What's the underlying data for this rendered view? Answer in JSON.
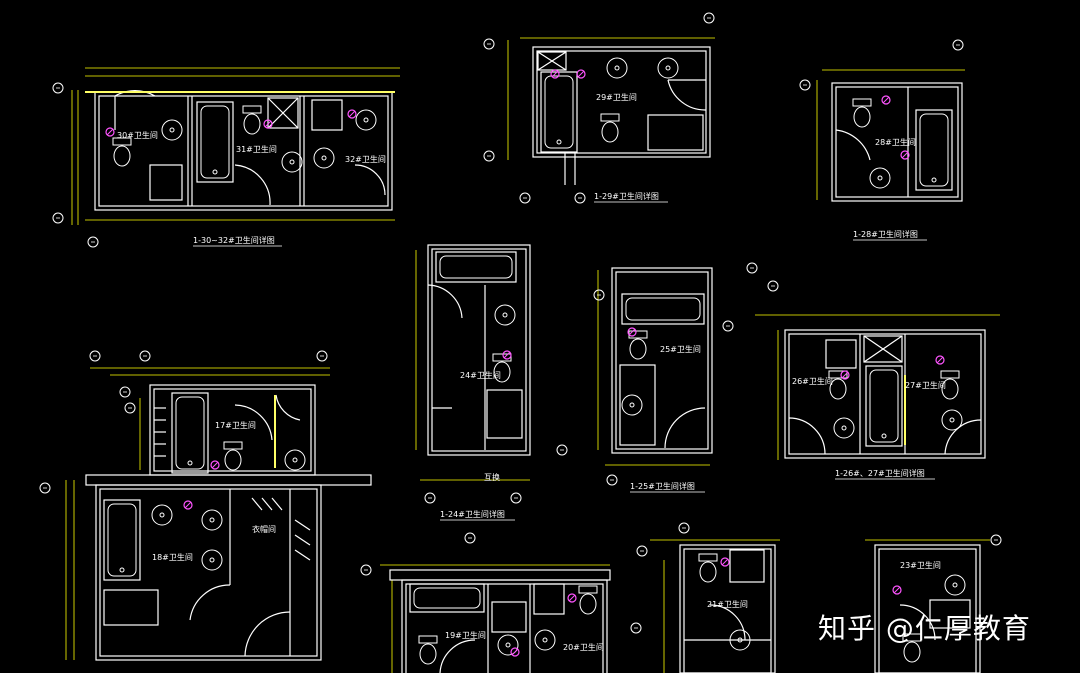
{
  "colors": {
    "wall": "#ffffff",
    "fixture": "#ffffff",
    "dimension": "#ffff00",
    "grid": "#ffffff",
    "door": "#ffffff",
    "accent": "#ff55ff",
    "wall_fill": "#ffff66",
    "background": "#000000"
  },
  "plans": [
    {
      "id": "p30_32",
      "title": "1-30~32#卫生间详图",
      "rooms": [
        "30#卫生间",
        "31#卫生间",
        "32#卫生间"
      ]
    },
    {
      "id": "p29",
      "title": "1-29#卫生间详图",
      "rooms": [
        "29#卫生间"
      ]
    },
    {
      "id": "p28",
      "title": "1-28#卫生间详图",
      "rooms": [
        "28#卫生间"
      ]
    },
    {
      "id": "p24",
      "title": "1-24#卫生间详图",
      "rooms": [
        "24#卫生间"
      ],
      "notes": [
        "互换"
      ]
    },
    {
      "id": "p25",
      "title": "1-25#卫生间详图",
      "rooms": [
        "25#卫生间"
      ]
    },
    {
      "id": "p26_27",
      "title": "1-26#、27#卫生间详图",
      "rooms": [
        "26#卫生间",
        "27#卫生间"
      ]
    },
    {
      "id": "p17_18",
      "title": "",
      "rooms": [
        "17#卫生间",
        "18#卫生间",
        "衣帽间"
      ]
    },
    {
      "id": "p19_20",
      "title": "",
      "rooms": [
        "19#卫生间",
        "20#卫生间"
      ]
    },
    {
      "id": "p21",
      "title": "",
      "rooms": [
        "21#卫生间"
      ]
    },
    {
      "id": "p23",
      "title": "",
      "rooms": [
        "23#卫生间"
      ]
    }
  ],
  "watermark": "知乎 @仁厚教育"
}
